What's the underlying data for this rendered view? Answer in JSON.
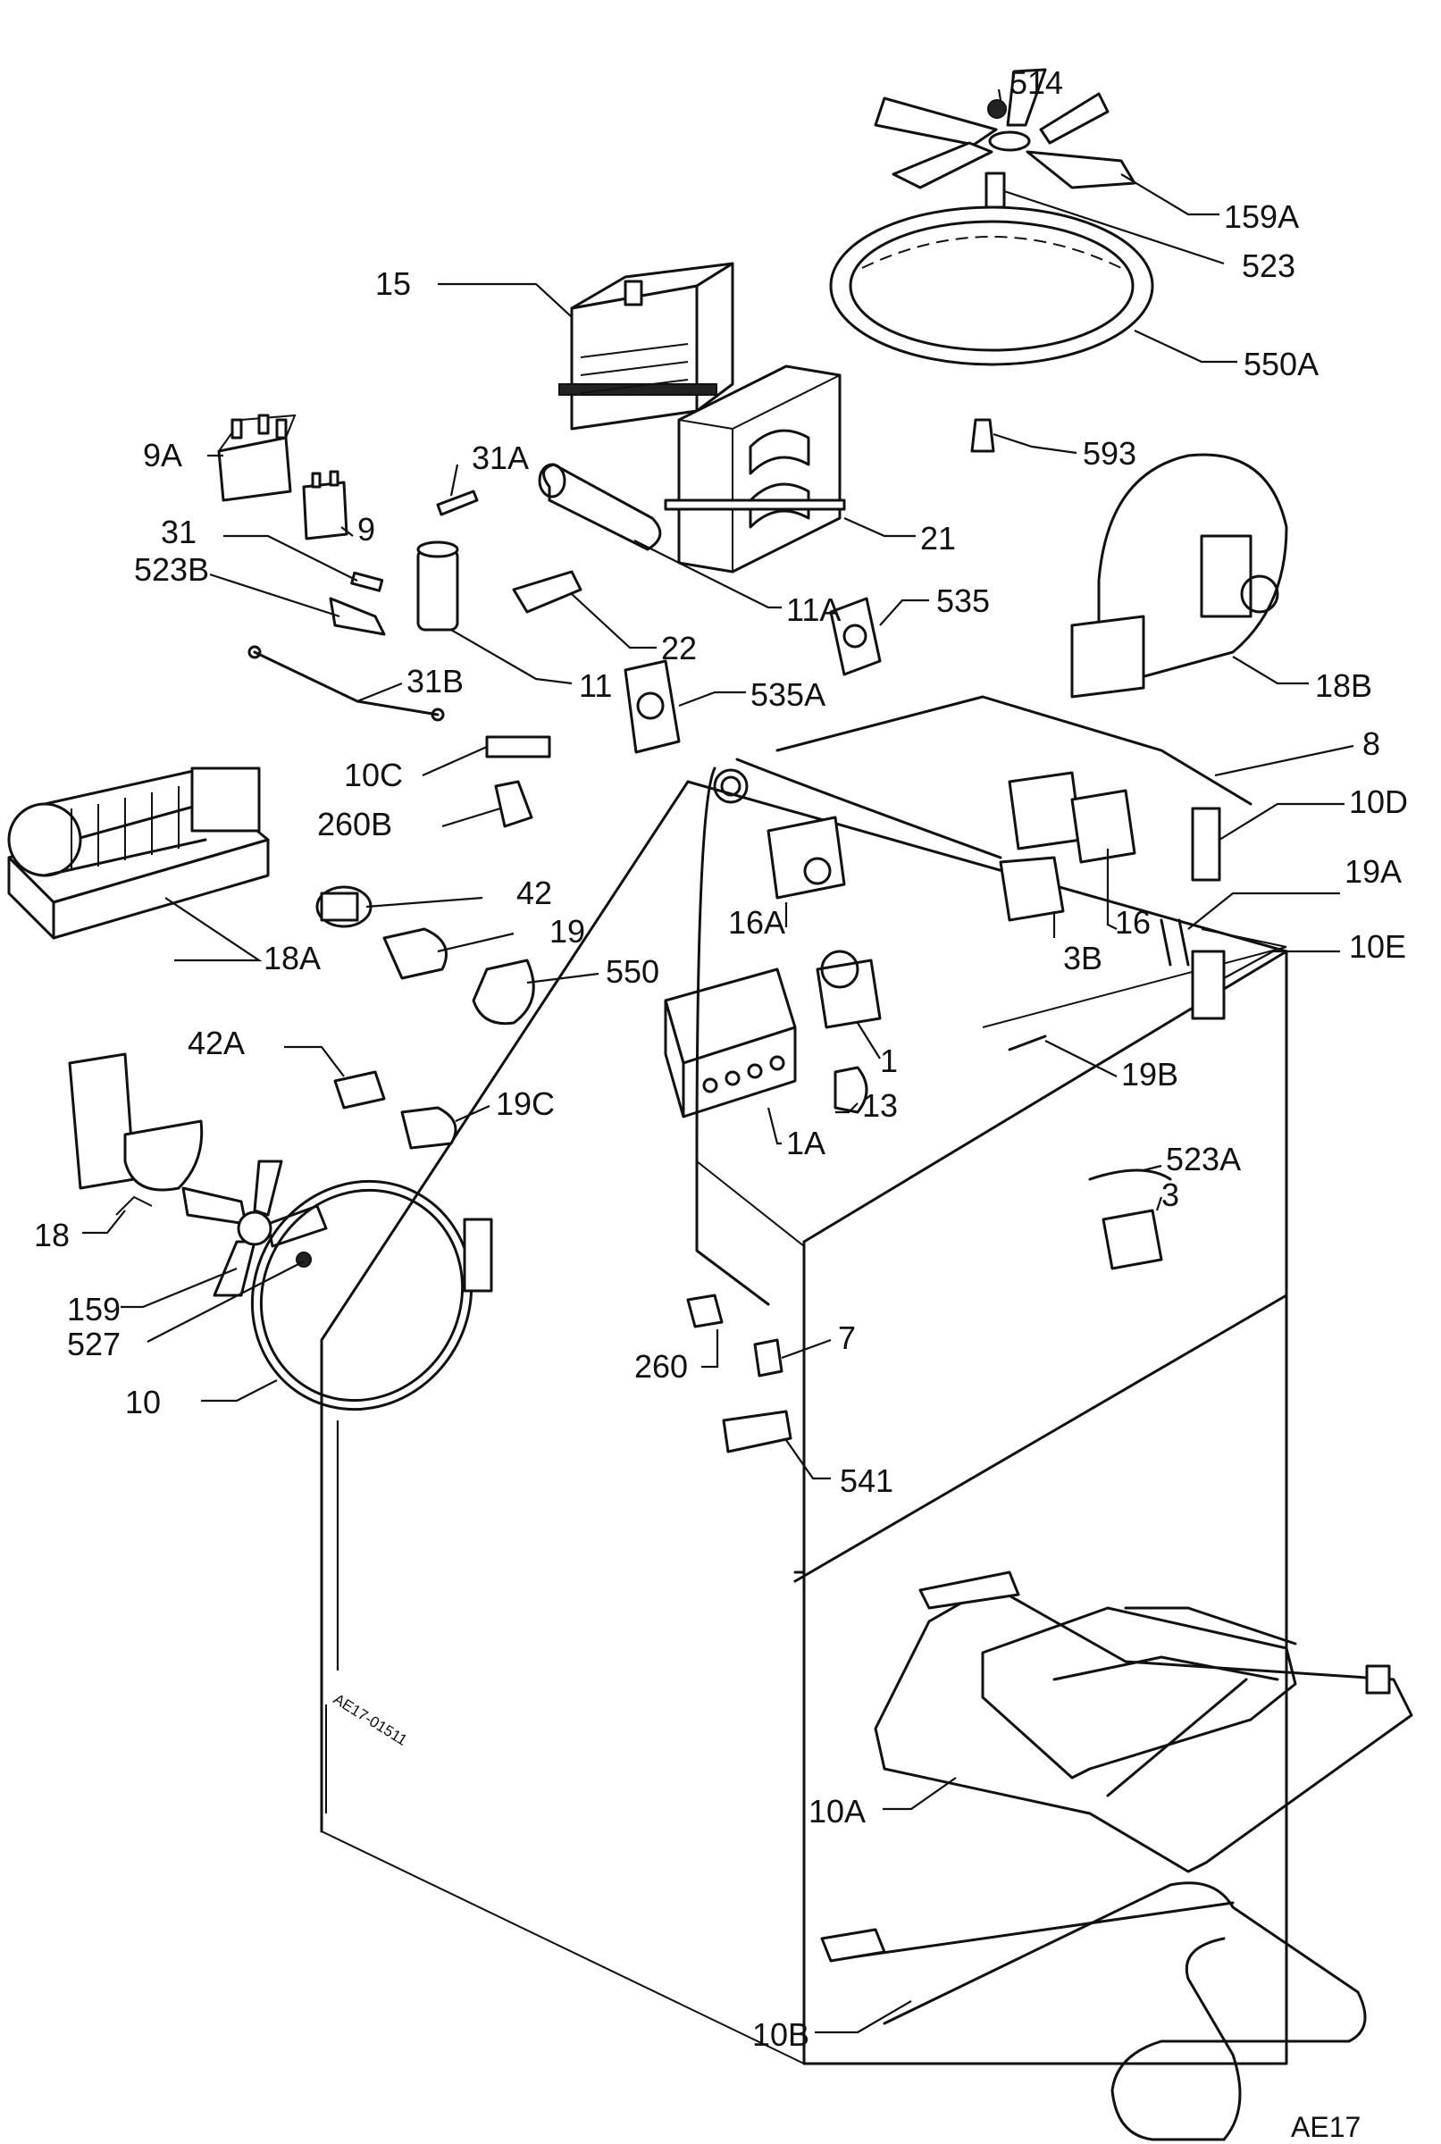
{
  "diagram": {
    "code": "AE17",
    "drawing_ref": "AE17-01511",
    "callouts": [
      {
        "id": "514",
        "text": "514"
      },
      {
        "id": "159a",
        "text": "159A"
      },
      {
        "id": "523",
        "text": "523"
      },
      {
        "id": "550a",
        "text": "550A"
      },
      {
        "id": "15",
        "text": "15"
      },
      {
        "id": "593",
        "text": "593"
      },
      {
        "id": "9a",
        "text": "9A"
      },
      {
        "id": "31a",
        "text": "31A"
      },
      {
        "id": "21",
        "text": "21"
      },
      {
        "id": "9",
        "text": "9"
      },
      {
        "id": "31",
        "text": "31"
      },
      {
        "id": "523b",
        "text": "523B"
      },
      {
        "id": "11a",
        "text": "11A"
      },
      {
        "id": "535",
        "text": "535"
      },
      {
        "id": "22",
        "text": "22"
      },
      {
        "id": "18b",
        "text": "18B"
      },
      {
        "id": "31b",
        "text": "31B"
      },
      {
        "id": "11",
        "text": "11"
      },
      {
        "id": "535a",
        "text": "535A"
      },
      {
        "id": "8",
        "text": "8"
      },
      {
        "id": "10c",
        "text": "10C"
      },
      {
        "id": "10d",
        "text": "10D"
      },
      {
        "id": "260b",
        "text": "260B"
      },
      {
        "id": "19a",
        "text": "19A"
      },
      {
        "id": "42",
        "text": "42"
      },
      {
        "id": "16",
        "text": "16"
      },
      {
        "id": "19",
        "text": "19"
      },
      {
        "id": "16a",
        "text": "16A"
      },
      {
        "id": "10e",
        "text": "10E"
      },
      {
        "id": "18a",
        "text": "18A"
      },
      {
        "id": "3b",
        "text": "3B"
      },
      {
        "id": "550",
        "text": "550"
      },
      {
        "id": "1",
        "text": "1"
      },
      {
        "id": "42a",
        "text": "42A"
      },
      {
        "id": "19b",
        "text": "19B"
      },
      {
        "id": "19c",
        "text": "19C"
      },
      {
        "id": "13",
        "text": "13"
      },
      {
        "id": "1a",
        "text": "1A"
      },
      {
        "id": "523a",
        "text": "523A"
      },
      {
        "id": "3",
        "text": "3"
      },
      {
        "id": "18",
        "text": "18"
      },
      {
        "id": "159",
        "text": "159"
      },
      {
        "id": "527",
        "text": "527"
      },
      {
        "id": "7",
        "text": "7"
      },
      {
        "id": "260",
        "text": "260"
      },
      {
        "id": "10",
        "text": "10"
      },
      {
        "id": "541",
        "text": "541"
      },
      {
        "id": "10a",
        "text": "10A"
      },
      {
        "id": "10b",
        "text": "10B"
      }
    ]
  }
}
